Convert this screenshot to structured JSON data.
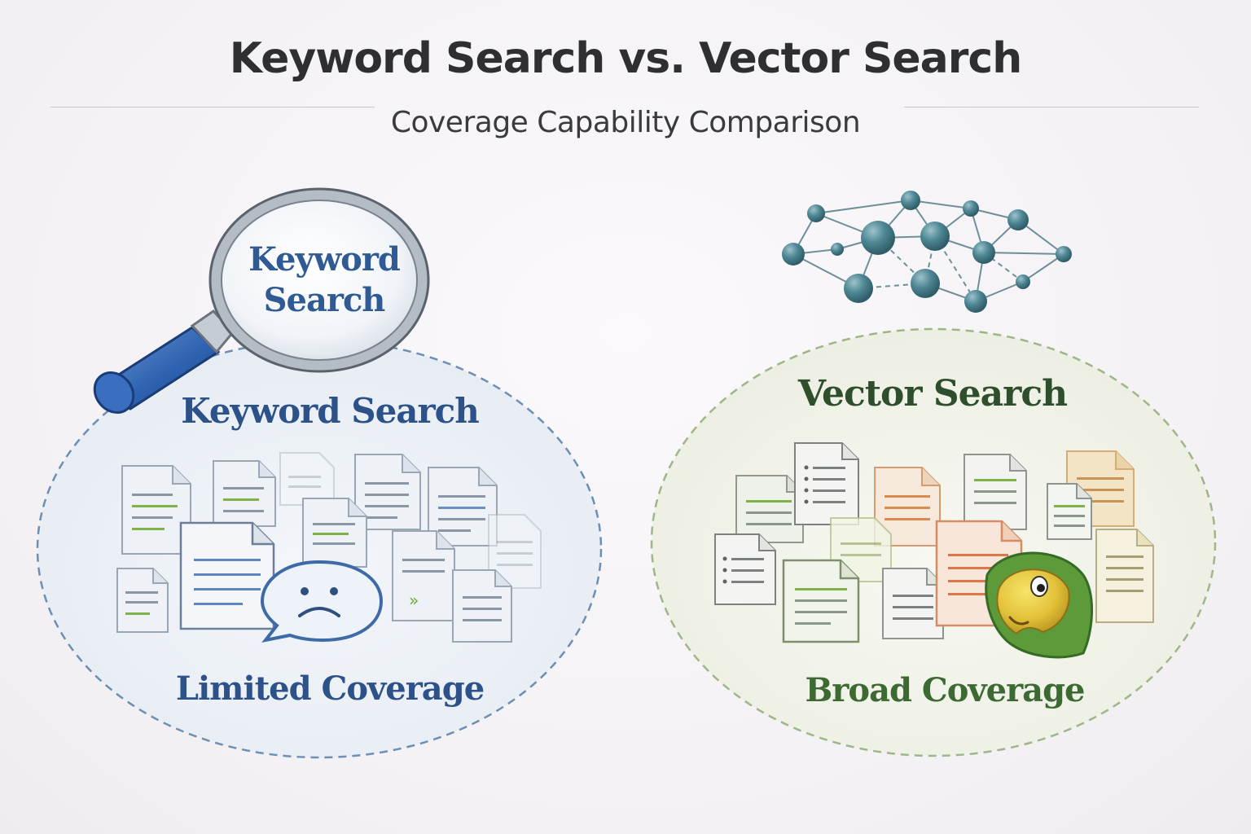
{
  "header": {
    "title": "Keyword Search vs. Vector Search",
    "subtitle": "Coverage Capability Comparison"
  },
  "keyword_panel": {
    "lens_label": "Keyword\nSearch",
    "heading": "Keyword Search",
    "footer": "Limited Coverage",
    "icons": [
      "magnifying-glass-icon",
      "sad-face-speech-bubble-icon",
      "document-icon"
    ],
    "accent_color": "#2d5289",
    "border_color": "#6d8fb4"
  },
  "vector_panel": {
    "heading": "Vector Search",
    "footer": "Broad Coverage",
    "icons": [
      "vector-network-icon",
      "happy-character-icon",
      "document-icon"
    ],
    "accent_color": "#3c6a32",
    "border_color": "#9fb58a"
  }
}
